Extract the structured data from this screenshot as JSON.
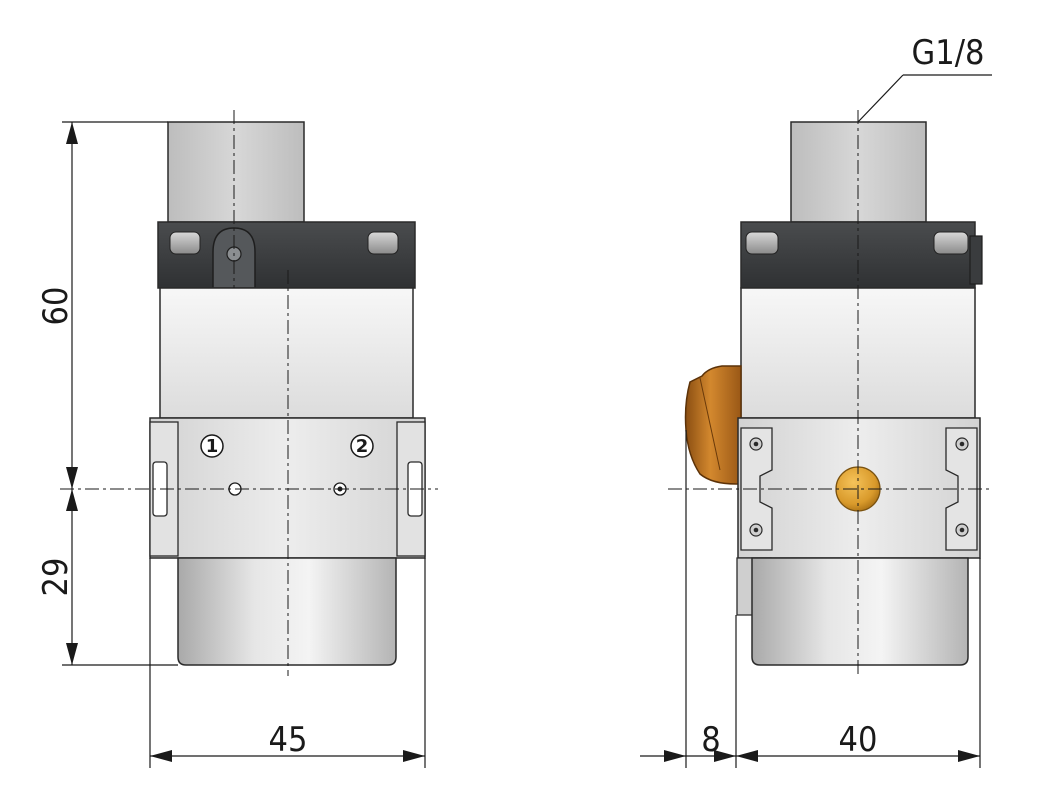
{
  "front_view": {
    "height_top_dim": "60",
    "height_bottom_dim": "29",
    "width_dim": "45",
    "port_1_label": "1",
    "port_2_label": "2"
  },
  "side_view": {
    "thread_callout": "G1/8",
    "offset_dim": "8",
    "width_dim": "40"
  },
  "colors": {
    "outline": "#2a2a2a",
    "cap": "#3b3d3f",
    "body": "#ececec",
    "brass": "#d99a2b",
    "bronze": "#b86e1e"
  }
}
